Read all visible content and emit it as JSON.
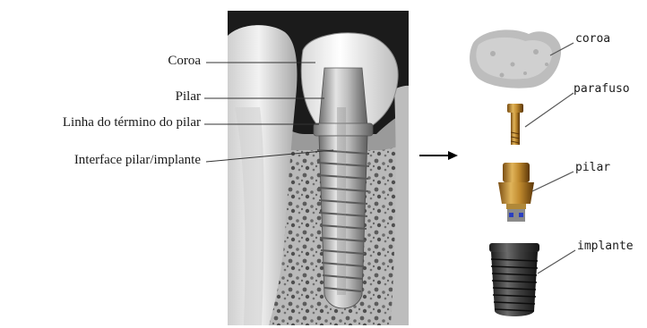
{
  "left_labels": {
    "coroa": "Coroa",
    "pilar": "Pilar",
    "linha": "Linha do término do pilar",
    "interface": "Interface pilar/implante"
  },
  "right_labels": {
    "coroa": "coroa",
    "parafuso": "parafuso",
    "pilar": "pilar",
    "implante": "implante"
  }
}
